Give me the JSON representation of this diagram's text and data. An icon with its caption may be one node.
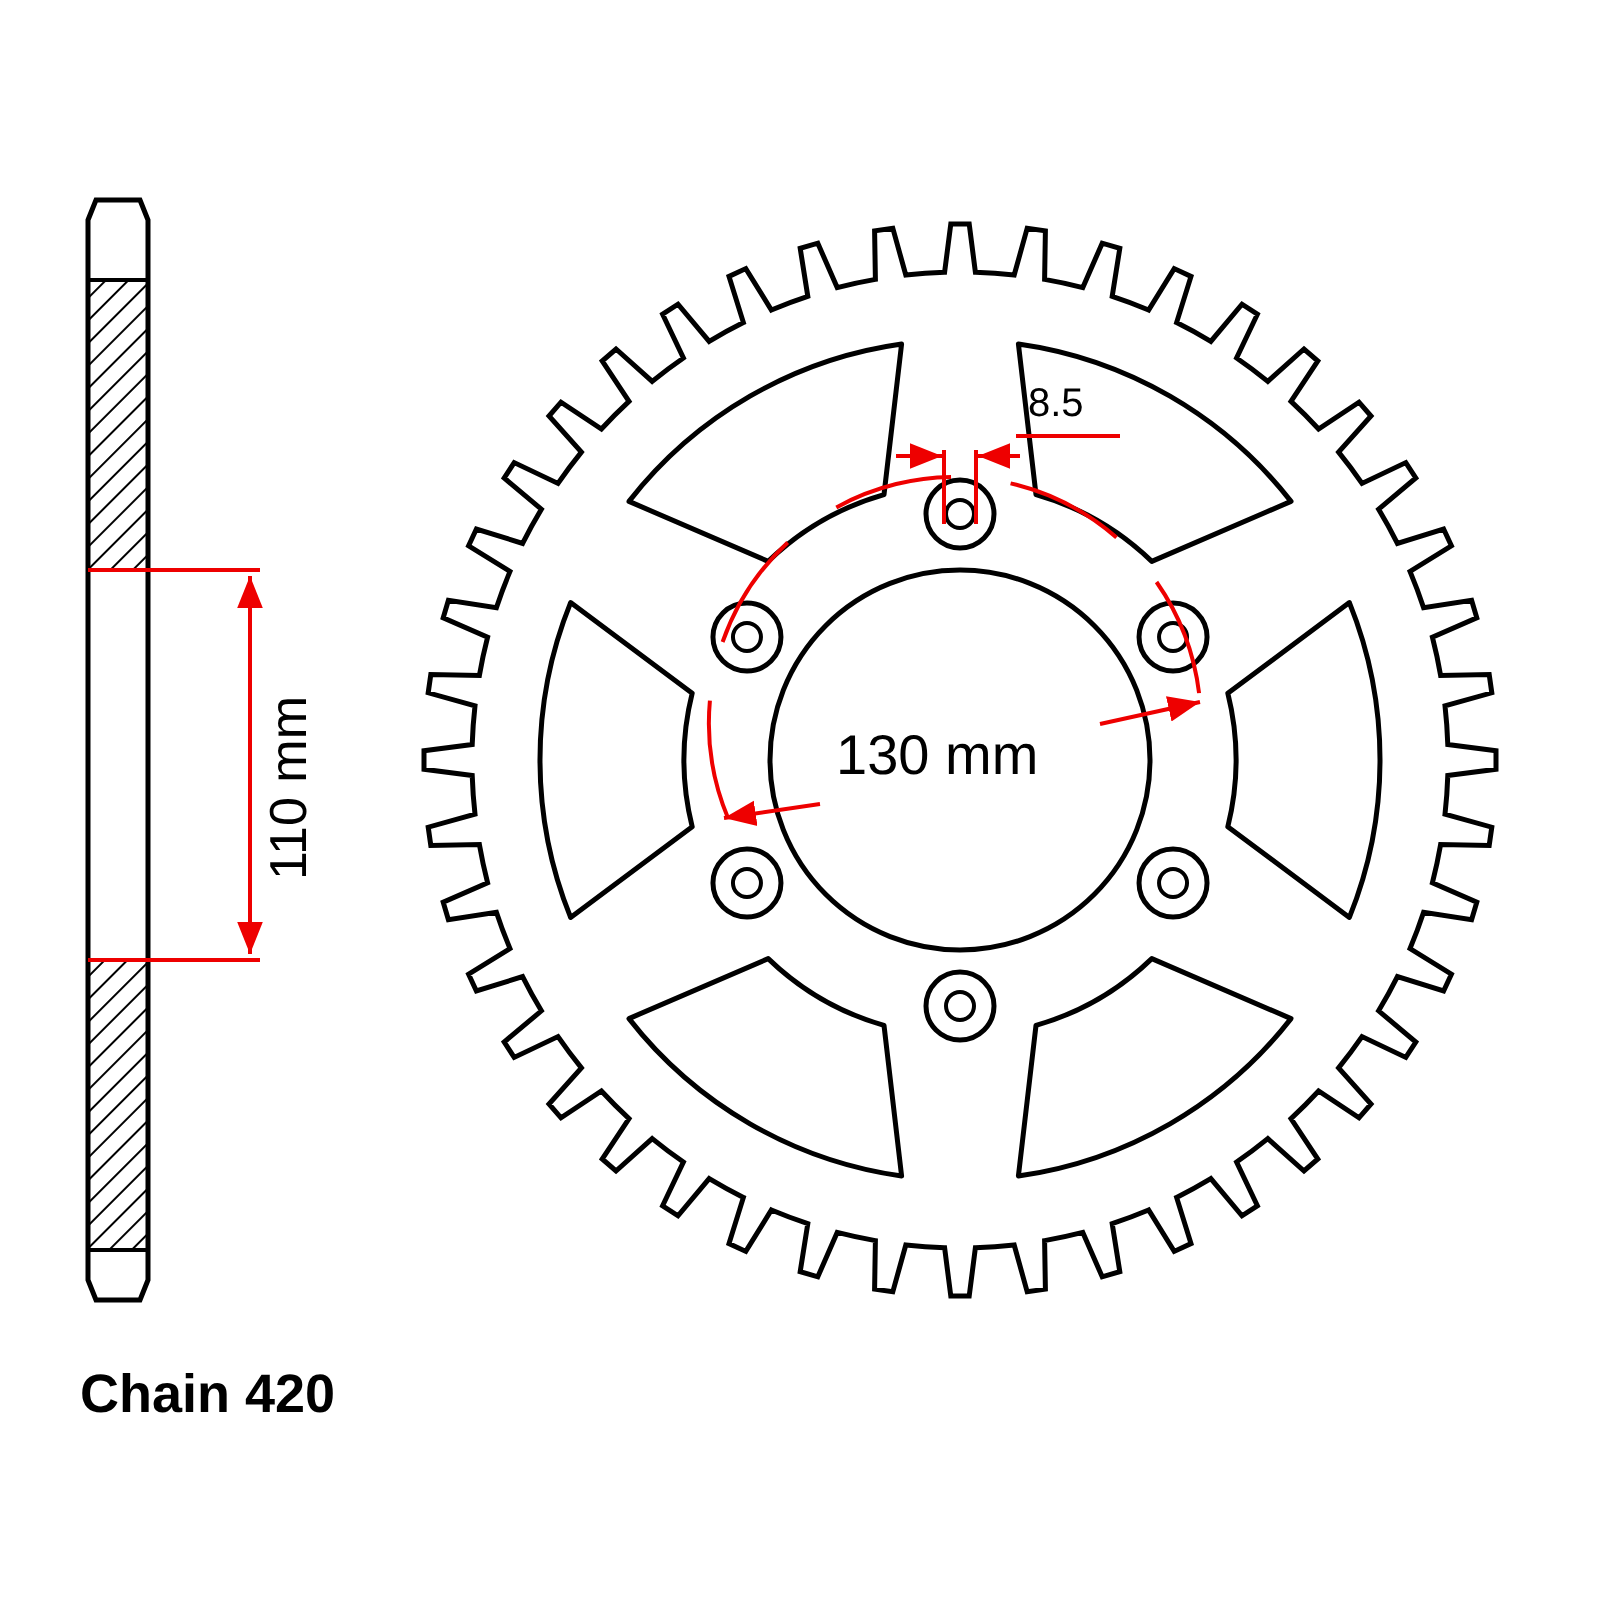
{
  "diagram": {
    "labels": [
      "8.5",
      "110 mm",
      "130 mm",
      "Chain 420"
    ]
  }
}
